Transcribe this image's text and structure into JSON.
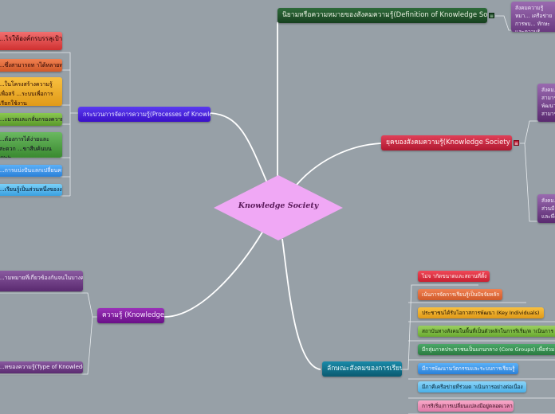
{
  "center": {
    "label": "Knowledge Society",
    "color": "#f0a8f5"
  },
  "branches": {
    "definition": {
      "label": "นิยามหรือความหมายของสังคมความรู้(Definition of Knowledge Society)",
      "color": "#1e4a28",
      "children": [
        "สังคมความรู้ หมา... เครือข่ายการพบ... ทักษะและความรู้..."
      ]
    },
    "era": {
      "label": "ยุคของสังคมความรู้(Knowledge Society Era)",
      "color": "#c0203a",
      "children": [
        "สังคม... สามาร... พัฒนา... สามาร...",
        "สังคม... ส่วนมีก... และพึ่ง..."
      ]
    },
    "processes": {
      "label": "กระบวนการจัดการความรู้(Processes of Knowledge)",
      "color": "#4a1fd8",
      "children": [
        {
          "label": "...ไรให้องค์กรบรรลุเป้า",
          "color": "#d84040"
        },
        {
          "label": "...ซึ่งสามารถท าได้หลายทาง",
          "color": "#e06a3a"
        },
        {
          "label": "...ในโครงสร้างความรู้ เพื่อสร้ ...ระบบเพื่อการเรียกใช้งาน",
          "color": "#eaa020"
        },
        {
          "label": "...ะมวลและกลั่นกรองความรู้",
          "color": "#6aaa30"
        },
        {
          "label": "...ต้องการได้ง่ายและสะดวก ...ขาสืบค้นบน Web",
          "color": "#4a9a3a"
        },
        {
          "label": "...การแบ่งปันแลกเปลี่ยนความรู้",
          "color": "#2a8ae0"
        },
        {
          "label": "...เรียนรู้เป็นส่วนหนึ่งของงาน",
          "color": "#3aa8e8"
        }
      ]
    },
    "knowledge": {
      "label": "ความรู้ (Knowledge)",
      "color": "#7a1a9a",
      "children": [
        {
          "label": "...ามหมายที่เกี่ยวข้องกันจนในบางครั้ง",
          "color": "#6a3a80"
        },
        {
          "label": "...ทของความรู้(Type of Knowledge)",
          "color": "#6a3a80"
        }
      ]
    },
    "learning": {
      "label": "ลักษณะสังคมของการเรียนรู้",
      "color": "#0f6a80",
      "children": [
        {
          "label": "ไม่จ ากัดขนาดและสถานที่ตั้ง",
          "color": "#e03040"
        },
        {
          "label": "เน้นการจัดการเรียนรู้เป็นปัจจัยหลัก",
          "color": "#e06a3a"
        },
        {
          "label": "ประชาชนได้รับโอกาสการพัฒนา (Key Individuals)",
          "color": "#eaa020"
        },
        {
          "label": "สถาบันทางสังคมในพื้นที่เป็นตัวหลักในการริเริ่ม/ด าเนินการ",
          "color": "#7ab83a"
        },
        {
          "label": "มีกลุ่มภาคประชาชนเป็นแกนกลาง (Core Groups) เพื่อร่วม",
          "color": "#2a8a4a"
        },
        {
          "label": "มีการพัฒนานวัตกรรมและระบบการเรียนรู้",
          "color": "#2a8ae0"
        },
        {
          "label": "มีภาคีเครือข่ายที่ร่วมด าเนินการอย่างต่อเนื่อง",
          "color": "#5ab8e8"
        },
        {
          "label": "การริเริ่ม/การเปลี่ยนแปลงมีอยู่ตลอดเวลา",
          "color": "#e888b0"
        }
      ]
    }
  },
  "toggle_icon": "≡"
}
